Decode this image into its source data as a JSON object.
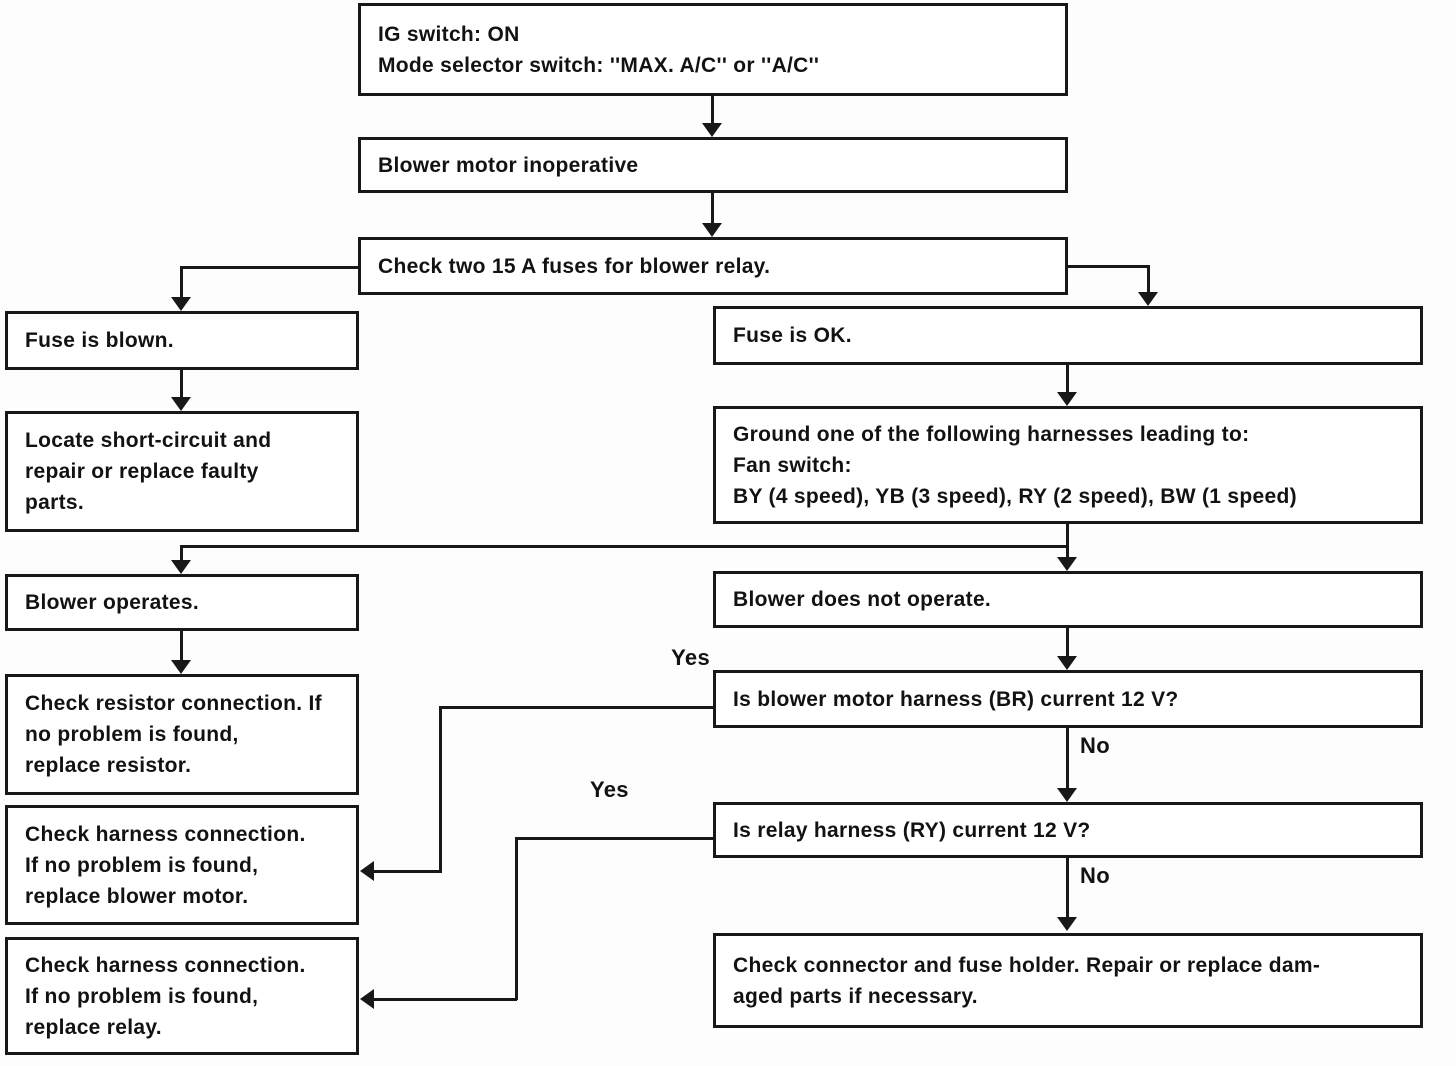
{
  "boxes": {
    "start": {
      "lines": [
        "IG switch: ON",
        "Mode selector switch: ''MAX. A/C'' or ''A/C''"
      ]
    },
    "symptom": {
      "lines": [
        "Blower motor inoperative"
      ]
    },
    "check_fuses": {
      "lines": [
        "Check two 15 A fuses for blower relay."
      ]
    },
    "fuse_blown": {
      "lines": [
        "Fuse is blown."
      ]
    },
    "fuse_ok": {
      "lines": [
        "Fuse is OK."
      ]
    },
    "locate_short": {
      "lines": [
        "Locate short-circuit and",
        "repair or replace faulty",
        "parts."
      ]
    },
    "ground_harness": {
      "lines": [
        "Ground one of the following harnesses leading to:",
        "Fan switch:",
        "BY (4 speed), YB (3 speed), RY (2 speed), BW (1 speed)"
      ]
    },
    "blower_operates": {
      "lines": [
        "Blower operates."
      ]
    },
    "blower_not_operate": {
      "lines": [
        "Blower does not operate."
      ]
    },
    "check_resistor": {
      "lines": [
        "Check resistor connection. If",
        "no problem is found,",
        "replace resistor."
      ]
    },
    "q_blower_harness": {
      "lines": [
        "Is blower motor harness (BR) current 12 V?"
      ]
    },
    "fix_blower_motor": {
      "lines": [
        "Check harness connection.",
        "If no problem is found,",
        "replace blower motor."
      ]
    },
    "q_relay_harness": {
      "lines": [
        "Is relay harness (RY) current 12 V?"
      ]
    },
    "fix_relay": {
      "lines": [
        "Check harness connection.",
        "If no problem is found,",
        "replace relay."
      ]
    },
    "check_connector": {
      "lines": [
        "Check connector and fuse holder. Repair or replace dam-",
        "aged parts if necessary."
      ]
    }
  },
  "labels": {
    "yes_blower_harness": "Yes",
    "no_blower_harness": "No",
    "yes_relay_harness": "Yes",
    "no_relay_harness": "No"
  },
  "colors": {
    "line": "#181818",
    "background": "#fdfdfd",
    "box_fill": "#ffffff",
    "text": "#121212"
  }
}
